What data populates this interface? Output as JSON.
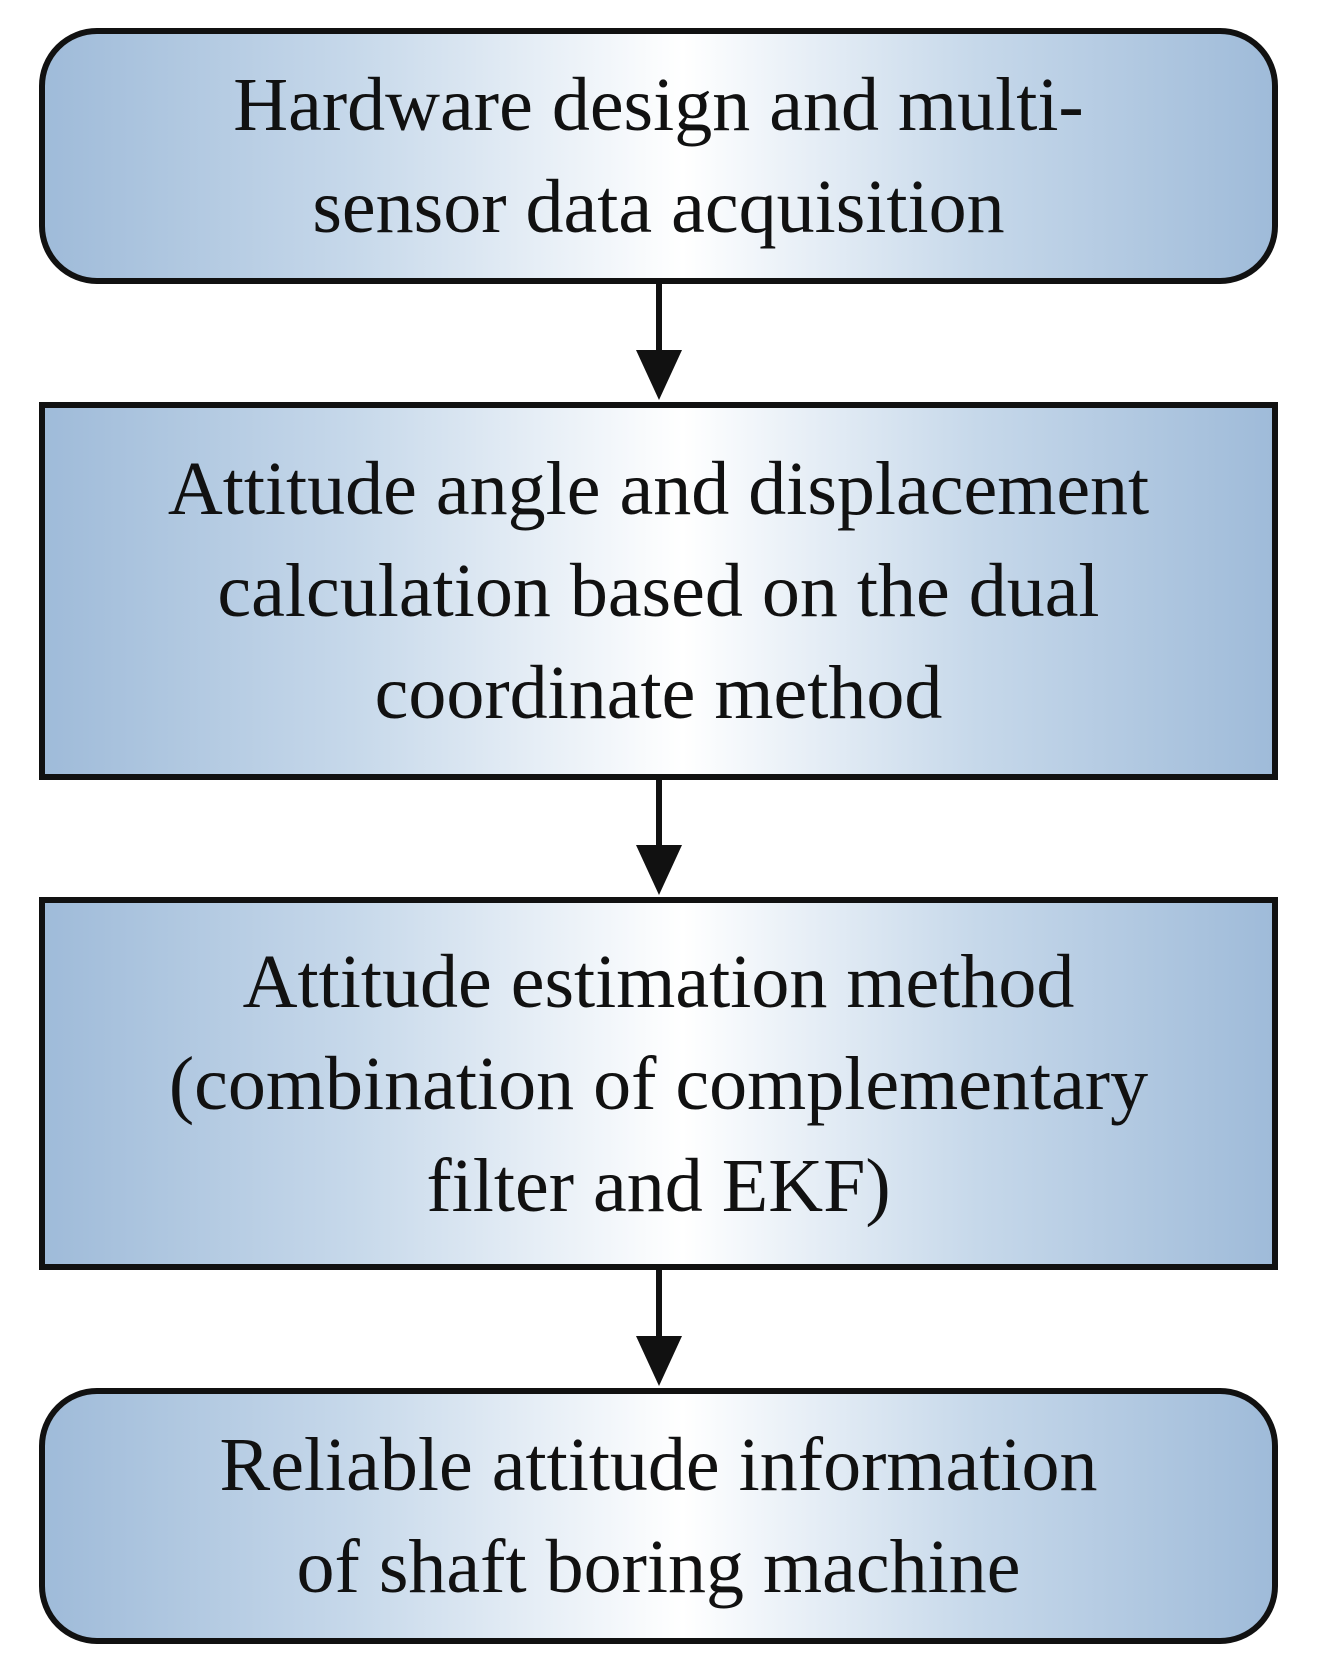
{
  "flowchart": {
    "steps": [
      {
        "shape": "rounded",
        "lines": [
          "Hardware design and multi-",
          "sensor data acquisition"
        ]
      },
      {
        "shape": "rectangle",
        "lines": [
          "Attitude angle and displacement",
          "calculation based on the dual",
          "coordinate method"
        ]
      },
      {
        "shape": "rectangle",
        "lines": [
          "Attitude estimation method",
          "(combination of complementary",
          "filter and EKF)"
        ]
      },
      {
        "shape": "rounded",
        "lines": [
          "Reliable attitude information",
          "of shaft boring machine"
        ]
      }
    ],
    "colors": {
      "border": "#111111",
      "gradient_edge": "#9fbbd9",
      "gradient_mid": "#c6d8ea",
      "gradient_center": "#ffffff",
      "arrow": "#111111"
    }
  }
}
